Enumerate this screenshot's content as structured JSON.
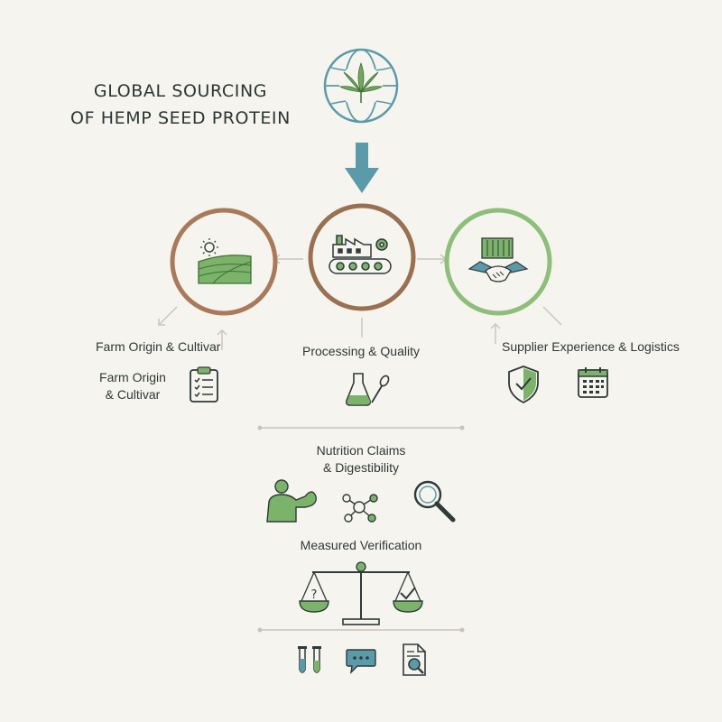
{
  "title": {
    "line1": "GLOBAL SOURCING",
    "line2": "OF HEMP SEED PROTEIN"
  },
  "stages": [
    {
      "label": "Farm Origin & Cultivar",
      "icon": "field-sun-icon",
      "ring_color": "#a97a5a"
    },
    {
      "label": "Processing & Quality",
      "icon": "factory-conveyor-icon",
      "ring_color": "#9a7052"
    },
    {
      "label": "Supplier Experience & Logistics",
      "icon": "container-handshake-icon",
      "ring_color": "#8dbe7a"
    }
  ],
  "farm_detail": {
    "line1": "Farm Origin",
    "line2": "& Cultivar",
    "icon": "clipboard-checklist-icon"
  },
  "processing_detail": {
    "icon": "flask-spoon-icon"
  },
  "supplier_detail": {
    "icons": [
      "shield-check-icon",
      "calendar-icon"
    ]
  },
  "nutrition": {
    "line1": "Nutrition Claims",
    "line2": "& Digestibility",
    "icons": [
      "muscle-person-icon",
      "molecule-icon",
      "magnifier-icon"
    ]
  },
  "verification": {
    "label": "Measured Verification",
    "icons": [
      "balance-scale-icon"
    ]
  },
  "footer_icons": [
    "test-tubes-icon",
    "speech-bubble-icon",
    "document-search-icon"
  ],
  "colors": {
    "background": "#f6f4ee",
    "green": "#7cb36a",
    "teal": "#5b9aa8",
    "brown": "#a97a5a",
    "line": "#c9c4bb",
    "ink": "#2f3a3a"
  }
}
